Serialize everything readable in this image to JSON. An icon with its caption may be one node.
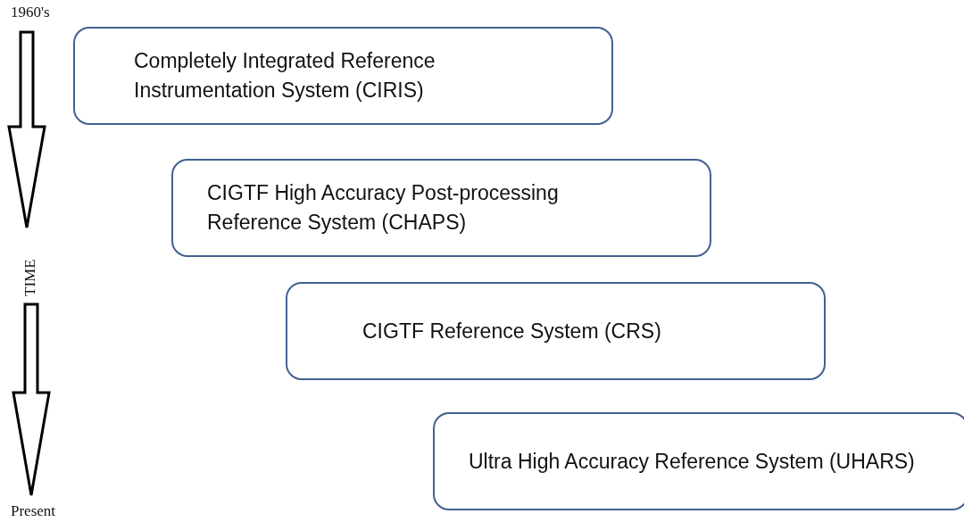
{
  "diagram": {
    "nodes": [
      {
        "text": [
          "Completely Integrated Reference Instrumentation System (CIRIS)"
        ]
      },
      {
        "text": [
          "CIGTF High Accuracy Post-processing Reference System (CHAPS)"
        ]
      },
      {
        "text": [
          "CIGTF Reference System (CRS)"
        ]
      },
      {
        "text": [
          "Ultra High Accuracy Reference System (UHARS)"
        ]
      }
    ],
    "labels": [
      "1960's",
      "TIME",
      "Present"
    ]
  }
}
